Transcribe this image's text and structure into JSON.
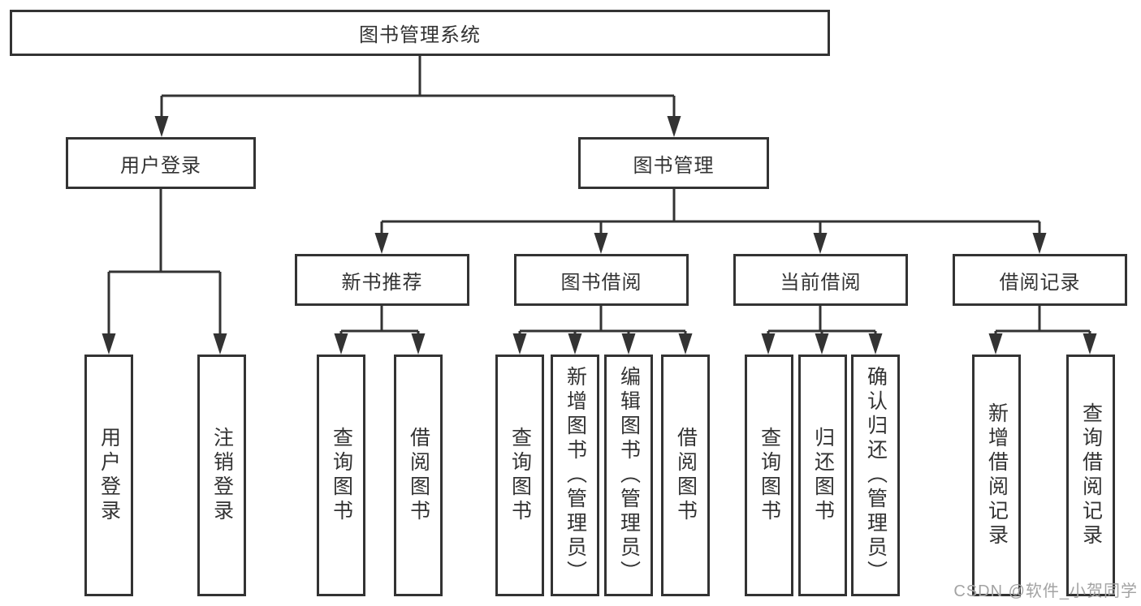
{
  "diagram": {
    "title": "图书管理系统",
    "root": {
      "label": "图书管理系统"
    },
    "level2": [
      {
        "id": "user-login",
        "label": "用户登录"
      },
      {
        "id": "book-management",
        "label": "图书管理"
      }
    ],
    "level3": [
      {
        "id": "new-book-recommend",
        "label": "新书推荐"
      },
      {
        "id": "book-borrow",
        "label": "图书借阅"
      },
      {
        "id": "current-borrow",
        "label": "当前借阅"
      },
      {
        "id": "borrow-records",
        "label": "借阅记录"
      }
    ],
    "groups": [
      {
        "parent": "用户登录",
        "items": [
          "用户登录",
          "注销登录"
        ]
      },
      {
        "parent": "新书推荐",
        "items": [
          "查询图书",
          "借阅图书"
        ]
      },
      {
        "parent": "图书借阅",
        "items": [
          "查询图书",
          "新增图书（管理员）",
          "编辑图书（管理员）",
          "借阅图书"
        ]
      },
      {
        "parent": "当前借阅",
        "items": [
          "查询图书",
          "归还图书",
          "确认归还（管理员）"
        ]
      },
      {
        "parent": "借阅记录",
        "items": [
          "新增借阅记录",
          "查询借阅记录"
        ]
      }
    ],
    "colors": {
      "line": "#333333",
      "text": "#333333",
      "box_fill": "#ffffff",
      "watermark": "#a3a3a3"
    }
  },
  "watermark": {
    "text": "CSDN @软件_小贺同学"
  }
}
